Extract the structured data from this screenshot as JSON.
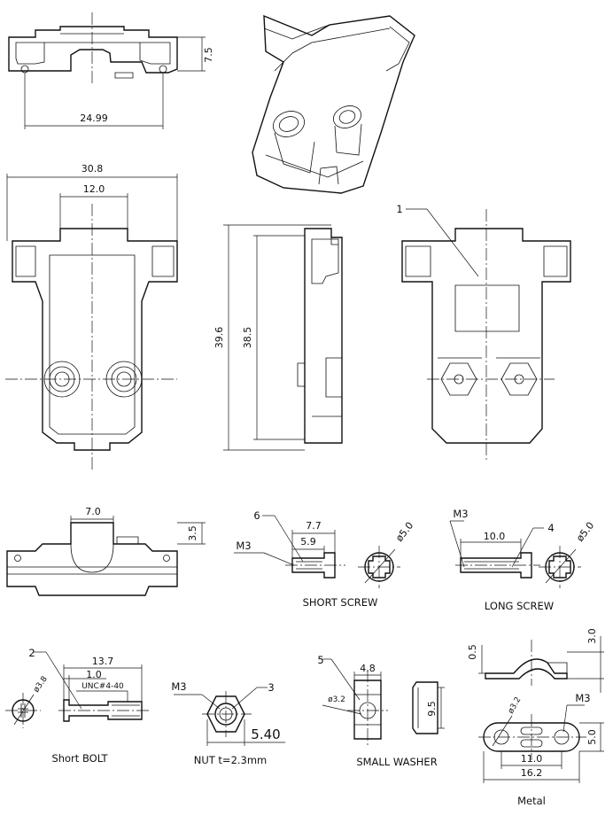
{
  "dims": {
    "top_view_height": "7.5",
    "top_view_width": "24.99",
    "front_width": "30.8",
    "front_tab_width": "12.0",
    "side_height_outer": "39.6",
    "side_height_inner": "38.5",
    "bottom_slot_width": "7.0",
    "bottom_height": "3.5",
    "short_screw_len": "7.7",
    "short_screw_thread": "5.9",
    "short_screw_head_dia": "ø5.0",
    "long_screw_len": "10.0",
    "long_screw_head_dia": "ø5.0",
    "bolt_len": "13.7",
    "bolt_head": "1.0",
    "bolt_thread": "UNC#4-40",
    "bolt_head_dia": "ø3.8",
    "nut_size": "5.40",
    "washer_width": "4.8",
    "washer_hole": "ø3.2",
    "washer_height": "9.5",
    "metal_height": "3.0",
    "metal_offset": "0.5",
    "metal_hole": "ø3.2",
    "metal_pitch": "11.0",
    "metal_len": "16.2",
    "metal_width": "5.0"
  },
  "callouts": {
    "c1": "1",
    "c2": "2",
    "c3": "3",
    "c4": "4",
    "c5": "5",
    "c6": "6",
    "m3_short": "M3",
    "m3_long": "M3",
    "m3_nut": "M3",
    "m3_metal": "M3"
  },
  "labels": {
    "short_screw": "SHORT SCREW",
    "long_screw": "LONG SCREW",
    "short_bolt": "Short BOLT",
    "nut": "NUT  t=2.3mm",
    "small_washer": "SMALL WASHER",
    "metal": "Metal"
  }
}
